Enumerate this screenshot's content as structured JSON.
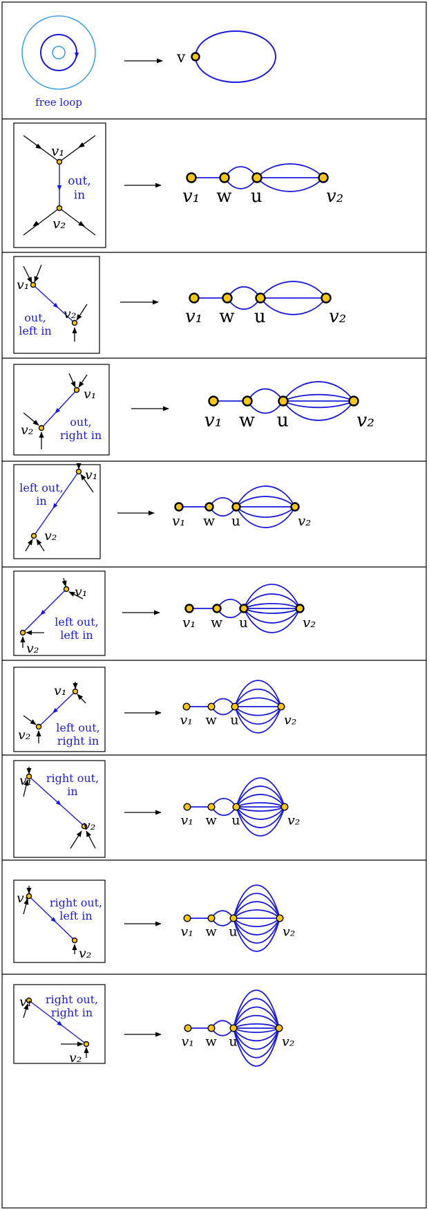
{
  "colors": {
    "edge": "#1a1adb",
    "vertex_fill": "#f5c518",
    "vertex_stroke": "#000000",
    "free_loop_ring": "#1e90e6",
    "arrow": "#000000",
    "frame": "#000000"
  },
  "symbols": {
    "v": "v",
    "v1": "v₁",
    "v2": "v₂",
    "w": "w",
    "u": "u"
  },
  "rows": [
    {
      "label_lines": [
        "free loop"
      ],
      "multi_edges": 0
    },
    {
      "label_lines": [
        "out,",
        "in"
      ],
      "multi_edges": 2
    },
    {
      "label_lines": [
        "out,",
        "left in"
      ],
      "multi_edges": 3
    },
    {
      "label_lines": [
        "out,",
        "right in"
      ],
      "multi_edges": 4
    },
    {
      "label_lines": [
        "left out,",
        "in"
      ],
      "multi_edges": 5
    },
    {
      "label_lines": [
        "left out,",
        "left in"
      ],
      "multi_edges": 6
    },
    {
      "label_lines": [
        "left out,",
        "right in"
      ],
      "multi_edges": 7
    },
    {
      "label_lines": [
        "right out,",
        "in"
      ],
      "multi_edges": 8
    },
    {
      "label_lines": [
        "right out,",
        "left in"
      ],
      "multi_edges": 9
    },
    {
      "label_lines": [
        "right out,",
        "right in"
      ],
      "multi_edges": 10
    }
  ]
}
